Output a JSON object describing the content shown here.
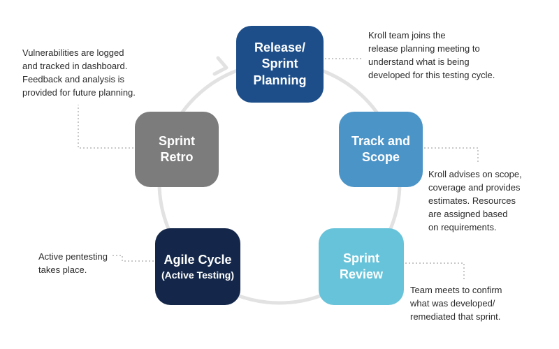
{
  "colors": {
    "release": "#1d4e89",
    "track": "#4b94c8",
    "review": "#67c3d9",
    "agile": "#14274a",
    "retro": "#7c7c7c",
    "cycle_ring": "#e2e2e2",
    "connector": "#b5b5b5"
  },
  "stages": {
    "release": {
      "lines": [
        "Release/",
        "Sprint",
        "Planning"
      ]
    },
    "track": {
      "lines": [
        "Track and",
        "Scope"
      ]
    },
    "review": {
      "lines": [
        "Sprint",
        "Review"
      ]
    },
    "agile": {
      "lines": [
        "Agile Cycle",
        "(Active Testing)"
      ]
    },
    "retro": {
      "lines": [
        "Sprint",
        "Retro"
      ]
    }
  },
  "notes": {
    "release": {
      "lines": [
        "Kroll team joins the",
        "release planning meeting to",
        "understand what is being",
        "developed for this testing cycle."
      ]
    },
    "track": {
      "lines": [
        "Kroll advises on scope,",
        "coverage and provides",
        "estimates. Resources",
        "are assigned based",
        "on requirements."
      ]
    },
    "review": {
      "lines": [
        "Team meets to confirm",
        "what was developed/",
        "remediated that sprint."
      ]
    },
    "agile": {
      "lines": [
        "Active pentesting",
        "takes place."
      ]
    },
    "retro": {
      "lines": [
        "Vulnerabilities are logged",
        "and tracked in dashboard.",
        "Feedback and analysis is",
        "provided for future planning."
      ]
    }
  }
}
